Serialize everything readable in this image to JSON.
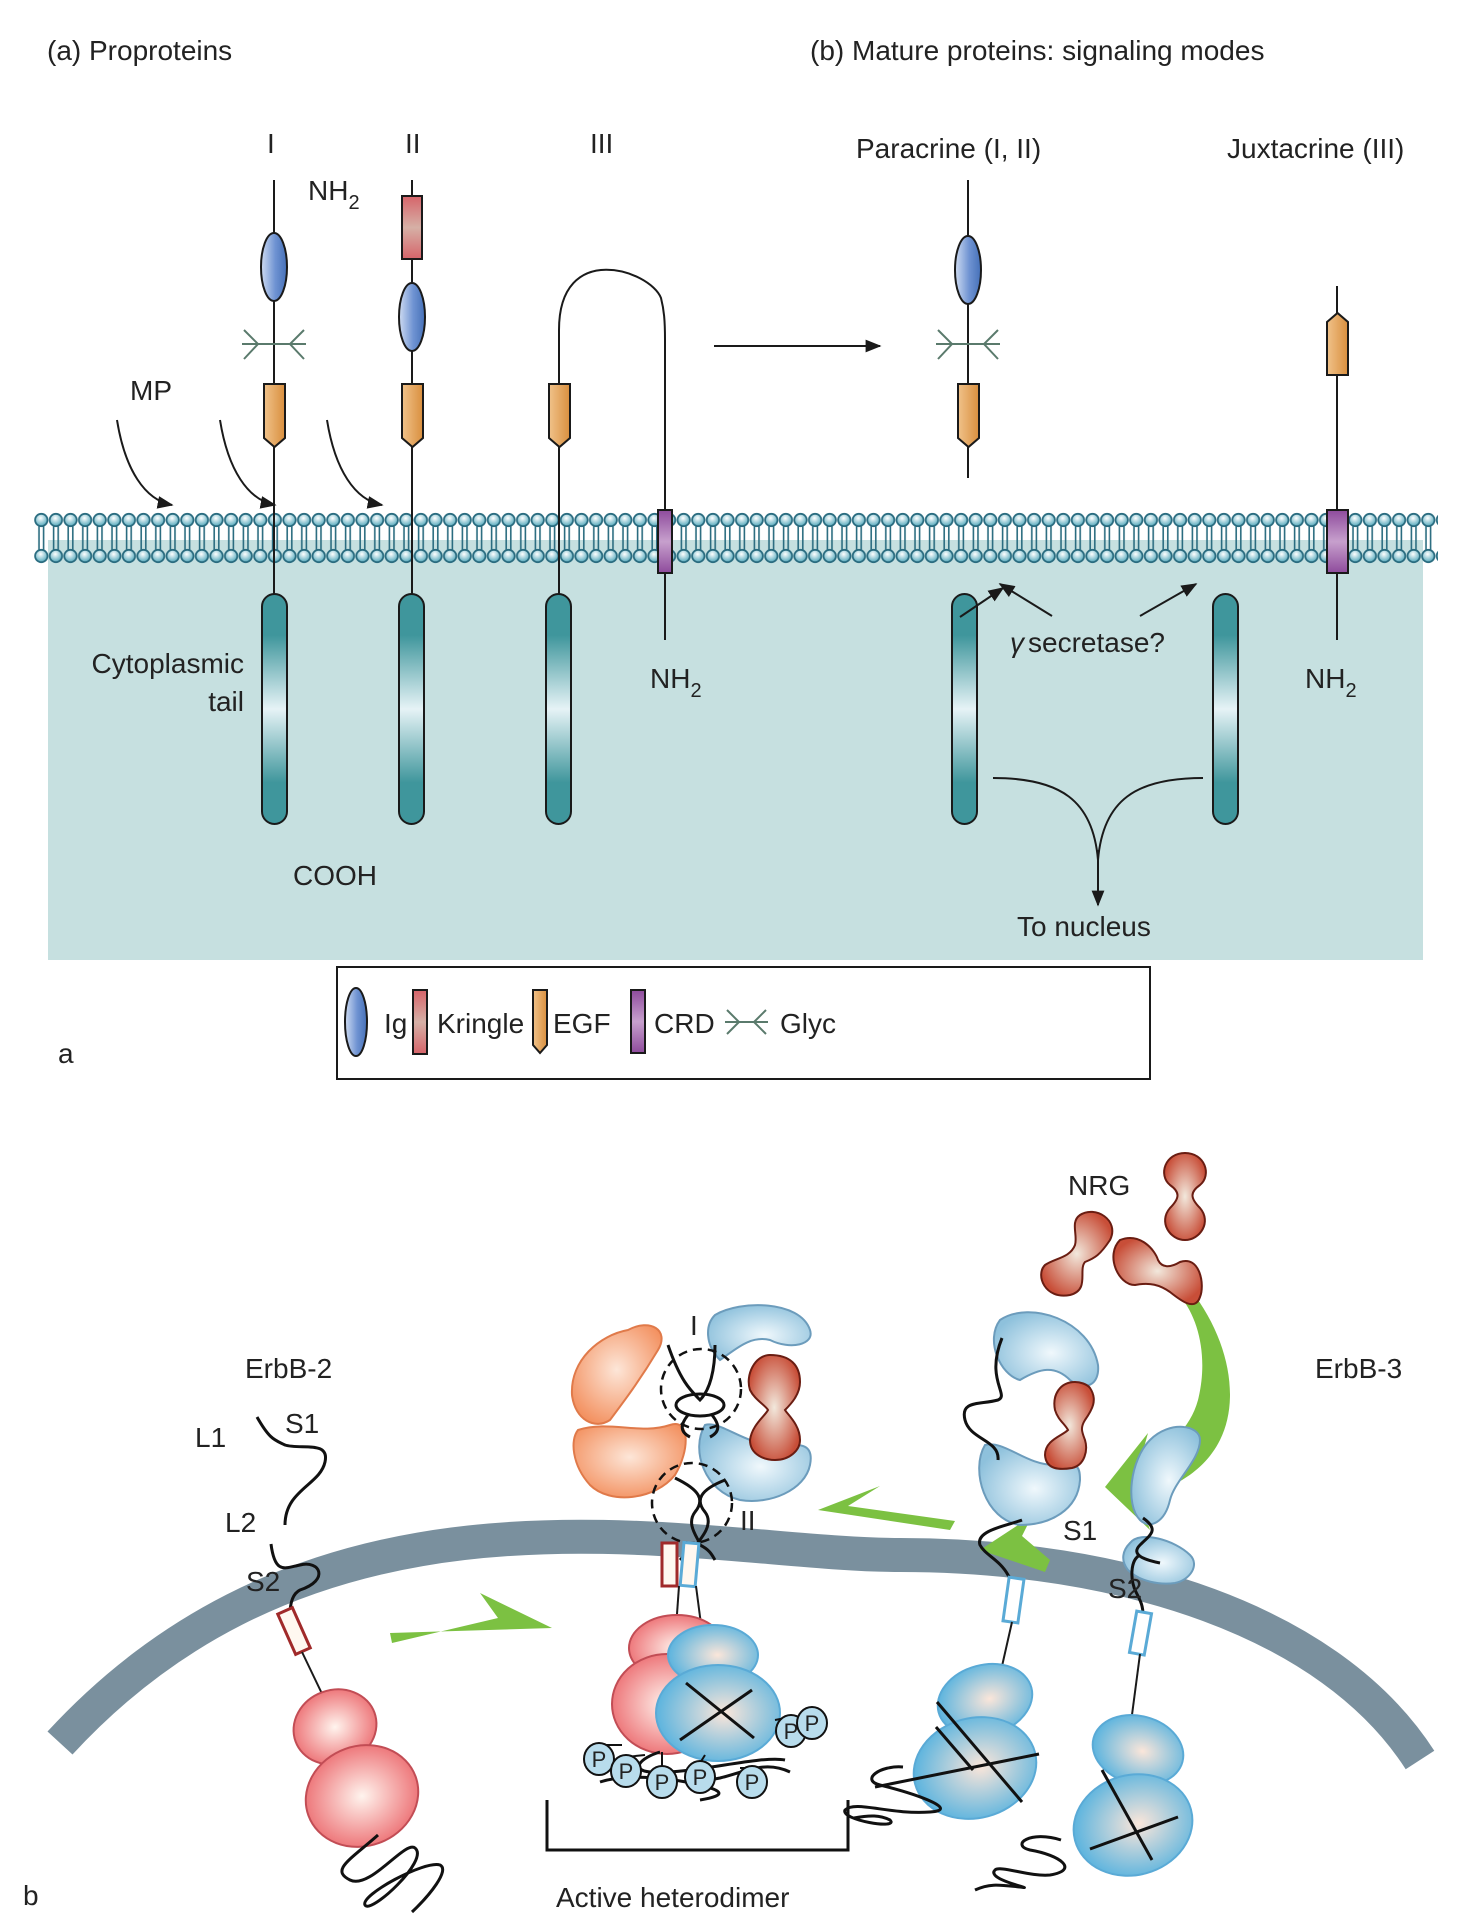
{
  "panel_a": {
    "letter": "a",
    "title_left": "(a) Proproteins",
    "title_right": "(b) Mature proteins: signaling modes",
    "isoform_labels": [
      "I",
      "II",
      "III"
    ],
    "nh2_top": {
      "main": "NH",
      "sub": "2"
    },
    "mp_label": "MP",
    "mode_paracrine": "Paracrine (I, II)",
    "mode_juxtacrine": "Juxtacrine (III)",
    "cytoplasmic_tail_label": [
      "Cytoplasmic",
      "tail"
    ],
    "cooh_label": "COOH",
    "nh2_inner": {
      "main": "NH",
      "sub": "2"
    },
    "secretase_label": {
      "greek": "γ",
      "text": "secretase?"
    },
    "nucleus_label": "To nucleus",
    "legend": [
      {
        "icon": "ig-domain-icon",
        "label": "Ig"
      },
      {
        "icon": "kringle-domain-icon",
        "label": "Kringle"
      },
      {
        "icon": "egf-domain-icon",
        "label": "EGF"
      },
      {
        "icon": "crd-domain-icon",
        "label": "CRD"
      },
      {
        "icon": "glycosylation-icon",
        "label": "Glyc"
      }
    ]
  },
  "panel_b": {
    "letter": "b",
    "erbb2_label": "ErbB-2",
    "erbb3_label": "ErbB-3",
    "nrg_label": "NRG",
    "domain_labels": {
      "L1": "L1",
      "S1": "S1",
      "L2": "L2",
      "S2": "S2"
    },
    "interface_labels": [
      "I",
      "II"
    ],
    "phospho_label": "P",
    "phospho_count": 7,
    "heterodimer_label": "Active heterodimer"
  },
  "colors": {
    "cytoplasm": "#c6e0e0",
    "membrane_lipid": "#2a6c80",
    "tail": "#3f969c",
    "ig": "#5b85c8",
    "kringle": "#d6646a",
    "egf": "#dfa055",
    "crd": "#9a55a6",
    "glyc": "#5a7a6c",
    "membrane_b": "#7a909e",
    "erbb2": "#ef8082",
    "erbb3": "#8bbfdc",
    "nrg": "#c8533d",
    "orange_receptor": "#f29a68",
    "green_arrow": "#7cc142"
  }
}
